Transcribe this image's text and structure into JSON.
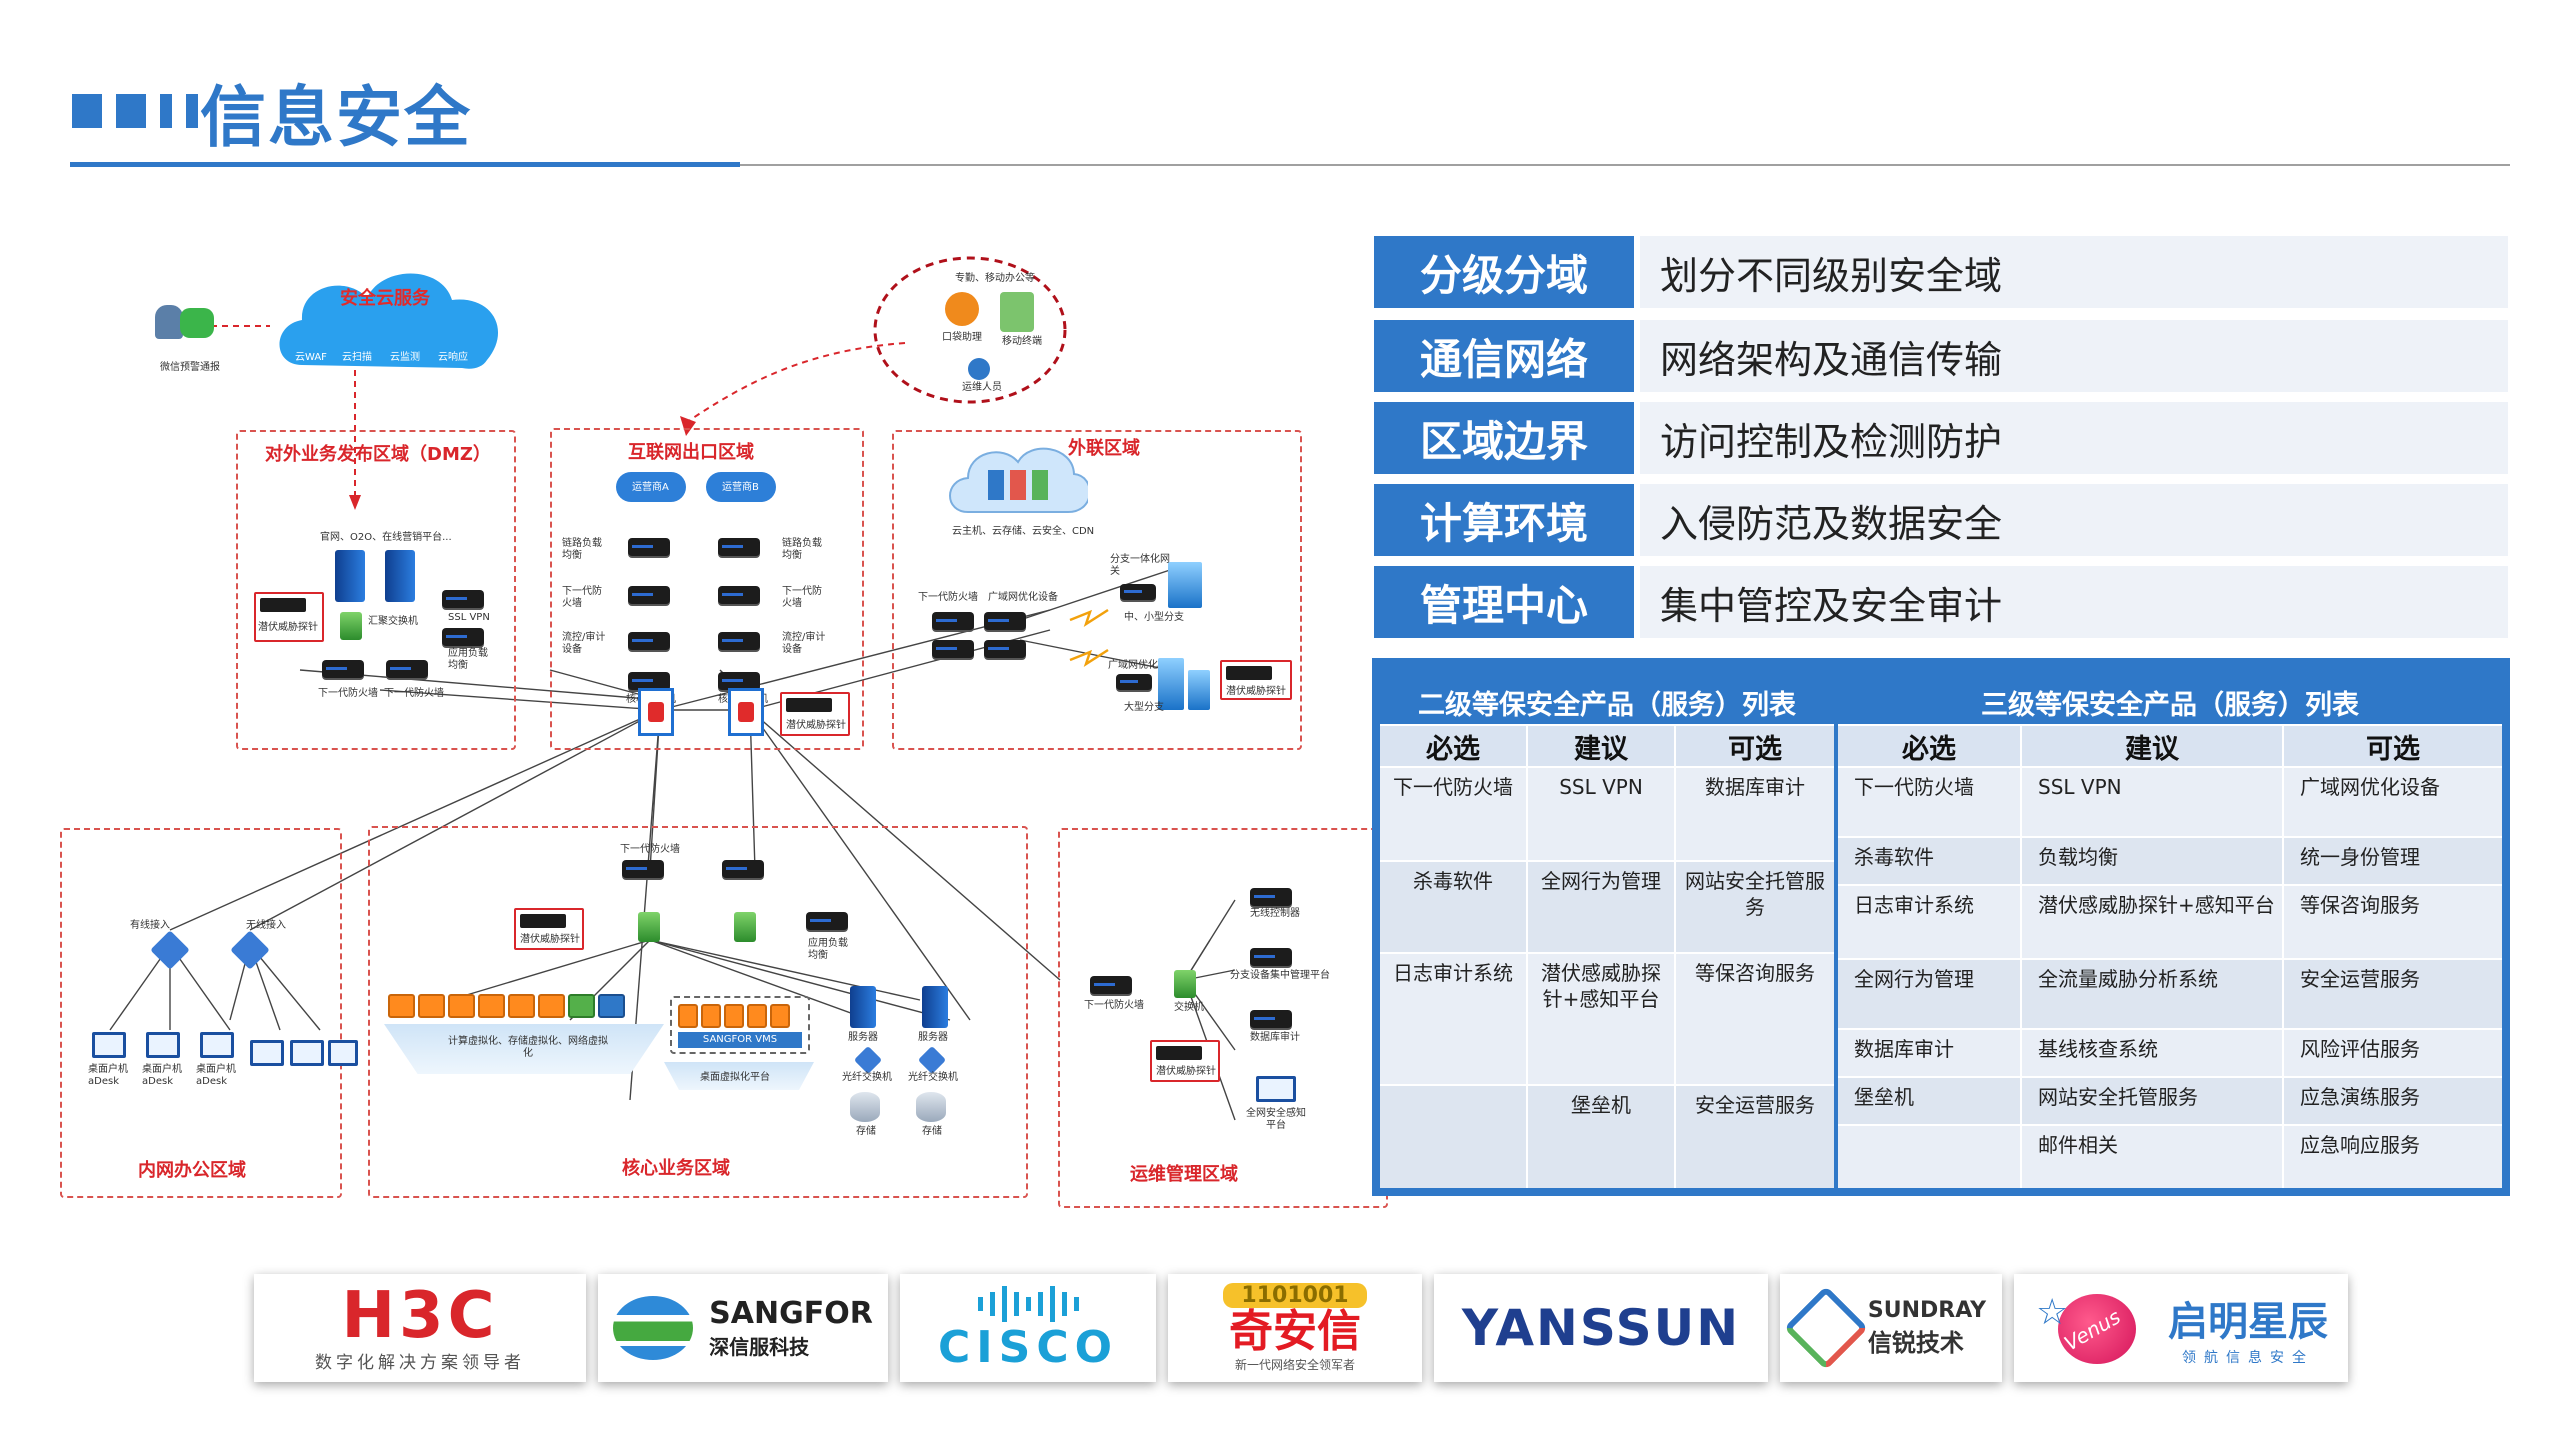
{
  "header": {
    "title": "信息安全"
  },
  "diagram": {
    "zones": {
      "dmz": "对外业务发布区域（DMZ）",
      "internet": "互联网出口区域",
      "external": "外联区域",
      "office": "内网办公区域",
      "core": "核心业务区域",
      "ops": "运维管理区域"
    },
    "cloud": {
      "title": "安全云服务",
      "items": [
        "云WAF",
        "云扫描",
        "云监测",
        "云响应"
      ],
      "wechat": "微信预警通报"
    },
    "mobile": {
      "title": "专勤、移动办公等",
      "a": "口袋助理",
      "b": "移动终端",
      "c": "运维人员"
    },
    "dmz_labels": {
      "servers": "官网、O2O、在线营销平台...",
      "threat": "潜伏威胁探针",
      "switch": "汇聚交换机",
      "sslvpn": "SSL VPN",
      "lb": "应用负载均衡",
      "fw1": "下一代防火墙",
      "fw2": "下一代防火墙"
    },
    "inet_labels": {
      "isp_a": "运营商A",
      "isp_b": "运营商B",
      "lb_l": "链路负载均衡",
      "lb_r": "链路负载均衡",
      "fw_l": "下一代防火墙",
      "fw_r": "下一代防火墙",
      "audit_l": "流控/审计设备",
      "audit_r": "流控/审计设备",
      "core_l": "核心交换机",
      "core_r": "核心交换机",
      "threat": "潜伏威胁探针"
    },
    "ext_labels": {
      "cloud": "云主机、云存储、云安全、CDN",
      "fw": "下一代防火墙",
      "wan": "广域网优化设备",
      "branch": "分支一体化网关",
      "small": "中、小型分支",
      "wan2": "广域网优化设备",
      "large": "大型分支",
      "threat": "潜伏威胁探针"
    },
    "office_labels": {
      "wired": "有线接入",
      "wireless": "无线接入",
      "pc1": "桌面户机 aDesk",
      "pc2": "桌面户机 aDesk",
      "pc3": "桌面户机 aDesk"
    },
    "core_labels": {
      "fw": "下一代防火墙",
      "threat": "潜伏威胁探针",
      "lb": "应用负载均衡",
      "virt": "计算虚拟化、存储虚拟化、网络虚拟化",
      "vms": "SANGFOR VMS",
      "vdi": "桌面虚拟化平台",
      "srv1": "服务器",
      "srv2": "服务器",
      "sw1": "光纤交换机",
      "sw2": "光纤交换机",
      "st1": "存储",
      "st2": "存储"
    },
    "ops_labels": {
      "wireless": "无线控制器",
      "mgmt": "分支设备集中管理平台",
      "audit": "数据库审计",
      "fw": "下一代防火墙",
      "switch": "交换机",
      "threat": "潜伏威胁探针",
      "sense": "全网安全感知平台"
    }
  },
  "tiers": [
    {
      "key": "分级分域",
      "value": "划分不同级别安全域"
    },
    {
      "key": "通信网络",
      "value": "网络架构及通信传输"
    },
    {
      "key": "区域边界",
      "value": "访问控制及检测防护"
    },
    {
      "key": "计算环境",
      "value": "入侵防范及数据安全"
    },
    {
      "key": "管理中心",
      "value": "集中管控及安全审计"
    }
  ],
  "table2": {
    "title": "二级等保安全产品（服务）列表",
    "headers": [
      "必选",
      "建议",
      "可选"
    ],
    "rows": [
      [
        "下一代防火墙",
        "SSL VPN",
        "数据库审计"
      ],
      [
        "杀毒软件",
        "全网行为管理",
        "网站安全托管服务"
      ],
      [
        "日志审计系统",
        "潜伏感威胁探针+感知平台",
        "等保咨询服务"
      ],
      [
        "",
        "堡垒机",
        "安全运营服务"
      ]
    ]
  },
  "table3": {
    "title": "三级等保安全产品（服务）列表",
    "headers": [
      "必选",
      "建议",
      "可选"
    ],
    "rows": [
      [
        "下一代防火墙",
        "SSL VPN",
        "广域网优化设备"
      ],
      [
        "杀毒软件",
        "负载均衡",
        "统一身份管理"
      ],
      [
        "日志审计系统",
        "潜伏感威胁探针+感知平台",
        "等保咨询服务"
      ],
      [
        "全网行为管理",
        "全流量威胁分析系统",
        "安全运营服务"
      ],
      [
        "数据库审计",
        "基线核查系统",
        "风险评估服务"
      ],
      [
        "堡垒机",
        "网站安全托管服务",
        "应急演练服务"
      ],
      [
        "",
        "邮件相关",
        "应急响应服务"
      ]
    ]
  },
  "logos": {
    "h3c": {
      "name": "H3C",
      "tagline": "数字化解决方案领导者"
    },
    "sangfor": {
      "name": "SANGFOR",
      "cn": "深信服科技"
    },
    "cisco": {
      "name": "CISCO"
    },
    "qianxin": {
      "name": "奇安信",
      "tagline": "新一代网络安全领军者",
      "digits": "1101001"
    },
    "yanssun": {
      "name": "YANSSUN"
    },
    "sundray": {
      "name": "SUNDRAY",
      "cn": "信锐技术"
    },
    "venus": {
      "name": "启明星辰",
      "tagline": "领航信息安全",
      "mark": "Venus"
    }
  },
  "colors": {
    "brand": "#2f78c8",
    "zone_border": "#d9534f",
    "zone_label": "#d9262b"
  }
}
